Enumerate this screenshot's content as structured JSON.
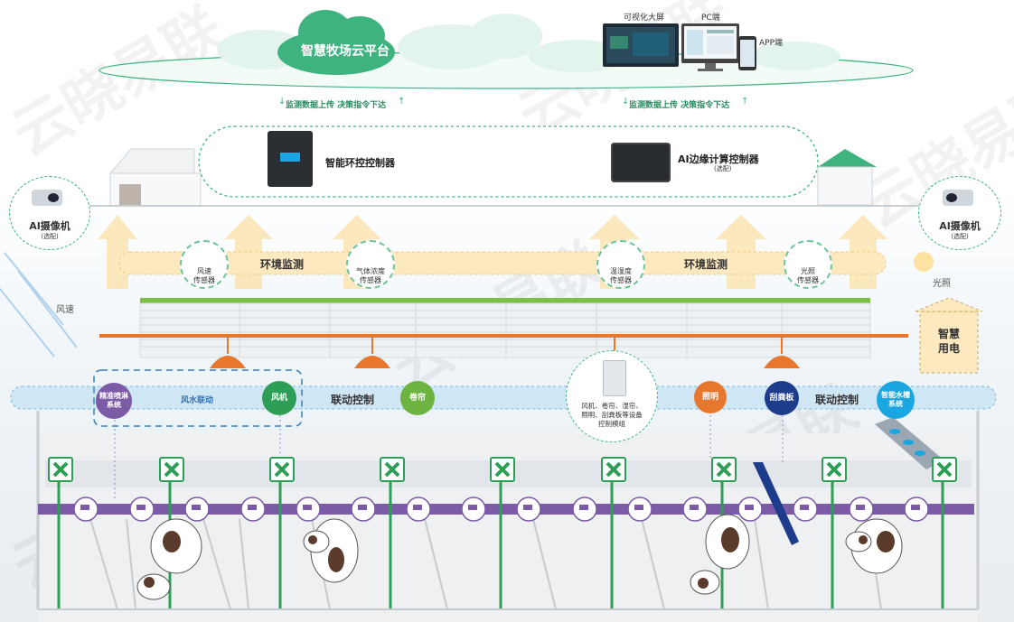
{
  "cloud": {
    "platform_label": "智慧牧场云平台",
    "devices": {
      "big_screen": "可视化大屏",
      "pc": "PC端",
      "app": "APP端"
    }
  },
  "uplink": {
    "left": "监测数据上传 决策指令下达",
    "right": "监测数据上传 决策指令下达"
  },
  "controllers": {
    "env_controller": "智能环控控制器",
    "ai_edge": "AI边缘计算控制器",
    "ai_edge_note": "(选配)"
  },
  "cameras": {
    "left": {
      "label": "AI摄像机",
      "note": "(选配)"
    },
    "right": {
      "label": "AI摄像机",
      "note": "(选配)"
    }
  },
  "env_band": {
    "label_left": "环境监测",
    "label_right": "环境监测",
    "sensors": [
      {
        "line1": "风速",
        "line2": "传感器"
      },
      {
        "line1": "气体浓度",
        "line2": "传感器"
      },
      {
        "line1": "温湿度",
        "line2": "传感器"
      },
      {
        "line1": "光照",
        "line2": "传感器"
      }
    ]
  },
  "side_labels": {
    "wind": "风速",
    "light": "光照",
    "power_line1": "智慧",
    "power_line2": "用电"
  },
  "control_band": {
    "label_left": "联动控制",
    "label_right": "联动控制",
    "wind_water": "风水联动",
    "spray": {
      "line1": "精准喷淋",
      "line2": "系统"
    },
    "fan": "风机",
    "curtain": "卷帘",
    "lighting": "照明",
    "scraper": "刮粪板",
    "water_trough": {
      "line1": "智能水槽",
      "line2": "系统"
    },
    "module": {
      "line1": "风机、卷帘、湿帘、",
      "line2": "照明、刮粪板等设备",
      "line3": "控制模组"
    }
  },
  "watermark": "云晓易联",
  "colors": {
    "green": "#2e9e56",
    "cloud": "#3fb37f",
    "purple": "#7b5aa6",
    "orange": "#e8772e",
    "blue_band": "#cfe6f5",
    "yellow_band": "#fde9c0",
    "navy": "#1d3c8c",
    "sky": "#1aa6e0"
  }
}
